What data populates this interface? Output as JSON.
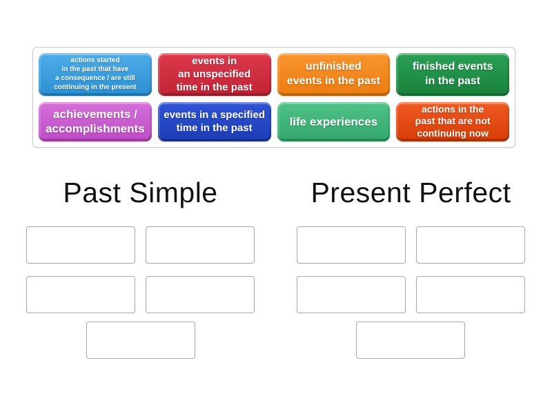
{
  "page": {
    "background_color": "#ffffff"
  },
  "tray": {
    "tiles": [
      {
        "id": "tile-actions-started-continuing",
        "label": "actions started\nin the past that have\na consequence / are still\ncontinuing in the present",
        "color": "#3aa0e0"
      },
      {
        "id": "tile-unspecified-time",
        "label": "events in\nan unspecified\ntime in the past",
        "color": "#d02c3e"
      },
      {
        "id": "tile-unfinished-events",
        "label": "unfinished\nevents in the past",
        "color": "#f68b1f"
      },
      {
        "id": "tile-finished-events",
        "label": "finished events\nin the past",
        "color": "#219447"
      },
      {
        "id": "tile-achievements",
        "label": "achievements /\naccomplishments",
        "color": "#cb5ecf"
      },
      {
        "id": "tile-specified-time",
        "label": "events in a specified\ntime in the past",
        "color": "#2447cb"
      },
      {
        "id": "tile-life-experiences",
        "label": "life experiences",
        "color": "#43b97d"
      },
      {
        "id": "tile-not-continuing-now",
        "label": "actions in the\npast that are not\ncontinuing now",
        "color": "#e84a12"
      }
    ]
  },
  "groups": [
    {
      "title": "Past Simple",
      "slot_count": 5
    },
    {
      "title": "Present Perfect",
      "slot_count": 5
    }
  ]
}
